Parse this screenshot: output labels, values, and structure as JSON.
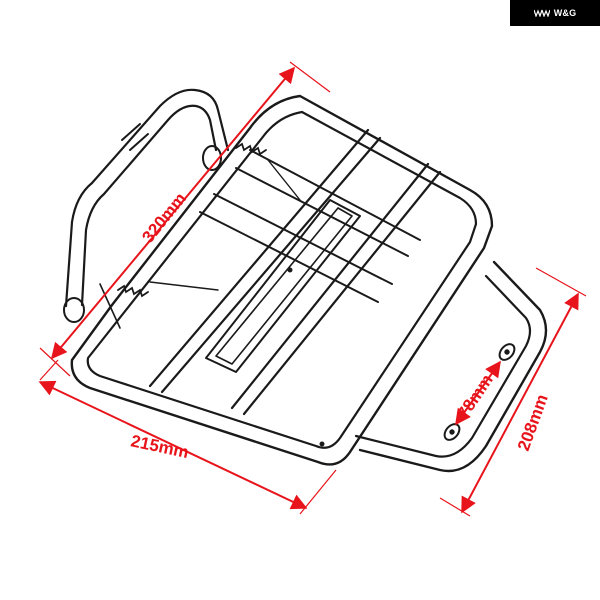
{
  "brand": {
    "name": "W&G"
  },
  "colors": {
    "frame": "#1a1a1a",
    "dimension": "#e8141b",
    "brand_bg": "#000000"
  },
  "dimensions": {
    "length": "320mm",
    "width": "215mm",
    "height": "208mm",
    "hole_spacing": "78mm"
  }
}
